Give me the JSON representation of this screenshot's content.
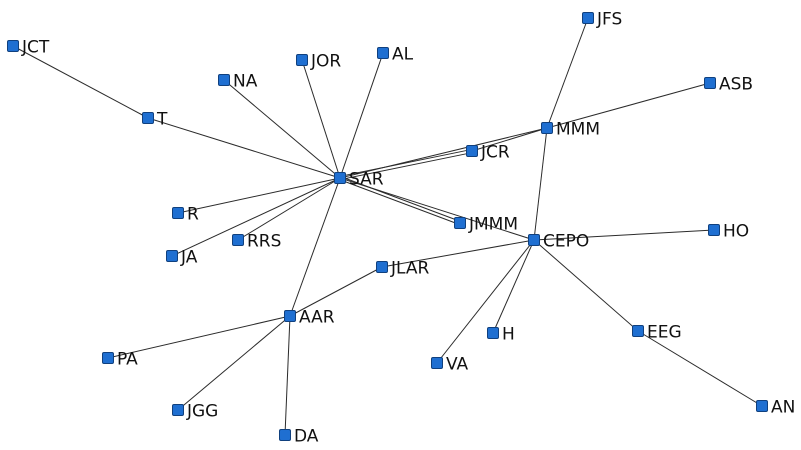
{
  "graph": {
    "node_color": "#1f6fd1",
    "edge_color": "#2b2b2b",
    "nodes": [
      {
        "id": "JCT",
        "label": "JCT"
      },
      {
        "id": "T",
        "label": "T"
      },
      {
        "id": "NA",
        "label": "NA"
      },
      {
        "id": "JOR",
        "label": "JOR"
      },
      {
        "id": "AL",
        "label": "AL"
      },
      {
        "id": "SAR",
        "label": "SAR"
      },
      {
        "id": "R",
        "label": "R"
      },
      {
        "id": "RRS",
        "label": "RRS"
      },
      {
        "id": "JA",
        "label": "JA"
      },
      {
        "id": "JCR",
        "label": "JCR"
      },
      {
        "id": "JMMM",
        "label": "JMMM"
      },
      {
        "id": "MMM",
        "label": "MMM"
      },
      {
        "id": "JFS",
        "label": "JFS"
      },
      {
        "id": "ASB",
        "label": "ASB"
      },
      {
        "id": "CEPO",
        "label": "CEPO"
      },
      {
        "id": "HO",
        "label": "HO"
      },
      {
        "id": "JLAR",
        "label": "JLAR"
      },
      {
        "id": "AAR",
        "label": "AAR"
      },
      {
        "id": "PA",
        "label": "PA"
      },
      {
        "id": "JGG",
        "label": "JGG"
      },
      {
        "id": "DA",
        "label": "DA"
      },
      {
        "id": "H",
        "label": "H"
      },
      {
        "id": "VA",
        "label": "VA"
      },
      {
        "id": "EEG",
        "label": "EEG"
      },
      {
        "id": "AN",
        "label": "AN"
      }
    ],
    "edges": [
      {
        "from": "JCT",
        "to": "T"
      },
      {
        "from": "T",
        "to": "SAR"
      },
      {
        "from": "NA",
        "to": "SAR"
      },
      {
        "from": "JOR",
        "to": "SAR"
      },
      {
        "from": "AL",
        "to": "SAR"
      },
      {
        "from": "R",
        "to": "SAR"
      },
      {
        "from": "RRS",
        "to": "SAR"
      },
      {
        "from": "JA",
        "to": "SAR"
      },
      {
        "from": "SAR",
        "to": "JCR"
      },
      {
        "from": "SAR",
        "to": "MMM"
      },
      {
        "from": "SAR",
        "to": "JMMM"
      },
      {
        "from": "SAR",
        "to": "CEPO"
      },
      {
        "from": "SAR",
        "to": "AAR"
      },
      {
        "from": "JCR",
        "to": "MMM"
      },
      {
        "from": "MMM",
        "to": "JFS"
      },
      {
        "from": "MMM",
        "to": "ASB"
      },
      {
        "from": "MMM",
        "to": "CEPO"
      },
      {
        "from": "CEPO",
        "to": "HO"
      },
      {
        "from": "CEPO",
        "to": "JLAR"
      },
      {
        "from": "CEPO",
        "to": "H"
      },
      {
        "from": "CEPO",
        "to": "VA"
      },
      {
        "from": "CEPO",
        "to": "EEG"
      },
      {
        "from": "EEG",
        "to": "AN"
      },
      {
        "from": "AAR",
        "to": "JLAR"
      },
      {
        "from": "AAR",
        "to": "PA"
      },
      {
        "from": "AAR",
        "to": "JGG"
      },
      {
        "from": "AAR",
        "to": "DA"
      }
    ]
  }
}
